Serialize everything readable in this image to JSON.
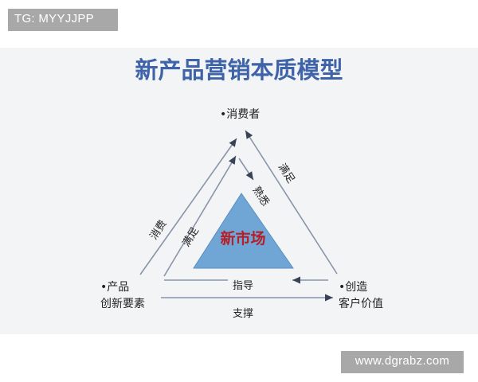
{
  "watermark_top": "TG: MYYJJPP",
  "watermark_bottom": "www.dgrabz.com",
  "title": "新产品营销本质模型",
  "center_label": "新市场",
  "nodes": {
    "top": "•消费者",
    "left_line1": "•产品",
    "left_line2": "创新要素",
    "right_line1": "•创造",
    "right_line2": "客户价值"
  },
  "edges": {
    "outer_left": "消费",
    "outer_right": "满足",
    "inner_left": "满足",
    "inner_right": "熟悉",
    "inner_bottom": "指导",
    "outer_bottom": "支撑"
  },
  "colors": {
    "title": "#3f63a9",
    "center_text": "#b3202a",
    "center_fill": "#70a6d6",
    "lines": "#8894a8"
  }
}
